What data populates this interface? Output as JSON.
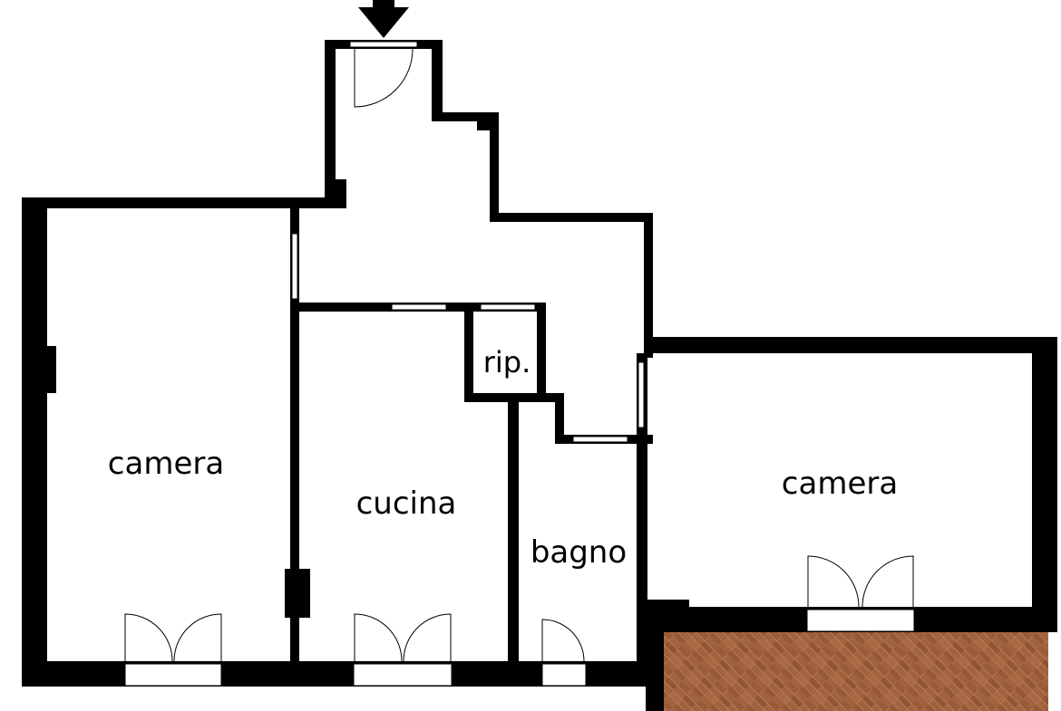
{
  "floorplan": {
    "rooms": [
      {
        "id": "camera-left",
        "label": "camera"
      },
      {
        "id": "cucina",
        "label": "cucina"
      },
      {
        "id": "ripostiglio",
        "label": "rip."
      },
      {
        "id": "bagno",
        "label": "bagno"
      },
      {
        "id": "camera-right",
        "label": "camera"
      }
    ],
    "entrance_marker": "down-arrow-icon",
    "colors": {
      "wall": "#000000",
      "background": "#ffffff",
      "terrace_brick": "#a0623f",
      "terrace_brick_dark": "#8a5233",
      "terrace_mortar": "#b9784f"
    }
  }
}
